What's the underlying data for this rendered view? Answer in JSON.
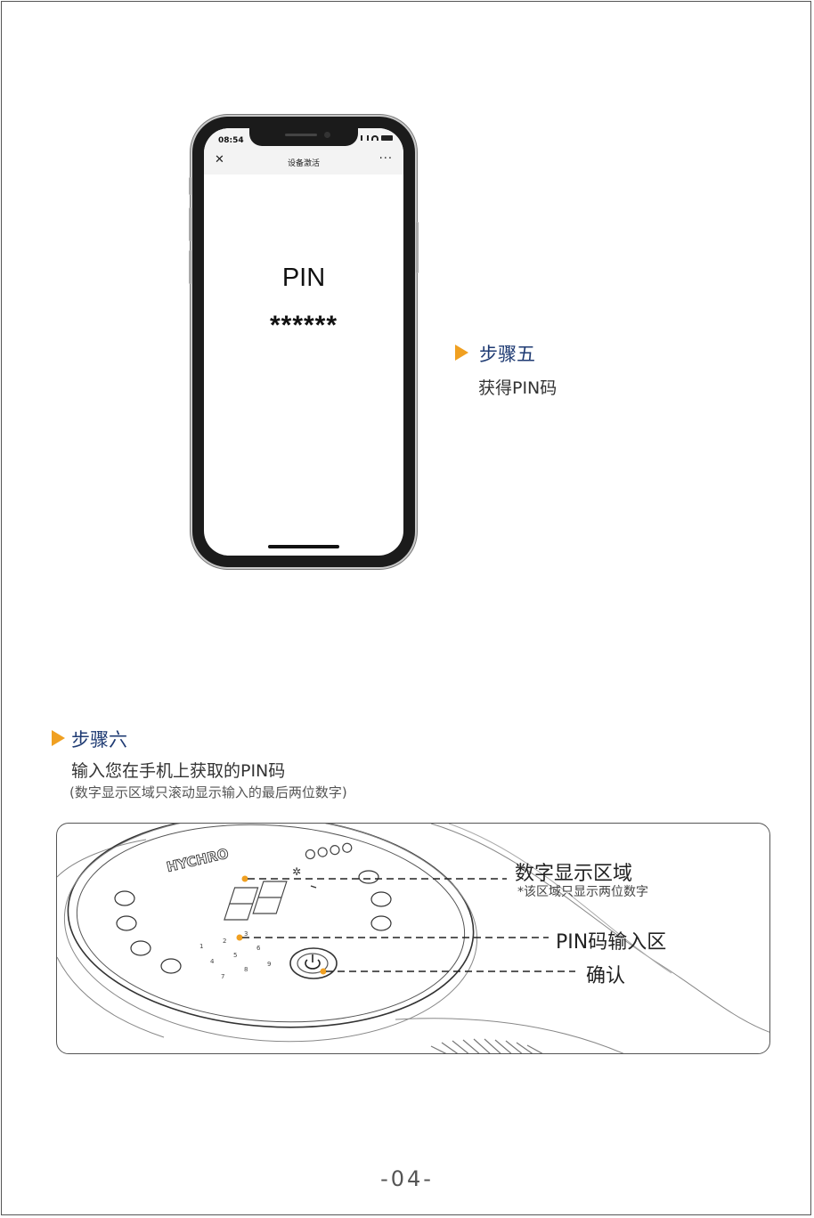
{
  "phone": {
    "status_time": "08:54",
    "nav_close": "✕",
    "nav_title": "设备激活",
    "nav_more": "···",
    "pin_label": "PIN",
    "pin_mask": "******"
  },
  "step5": {
    "title": "步骤五",
    "desc": "获得PIN码"
  },
  "step6": {
    "title": "步骤六",
    "desc": "输入您在手机上获取的PIN码",
    "note": "(数字显示区域只滚动显示输入的最后两位数字)"
  },
  "diagram": {
    "logo": "HYCHRO",
    "key_digits": [
      "1",
      "2",
      "3",
      "4",
      "5",
      "6",
      "7",
      "8",
      "9"
    ],
    "callouts": {
      "display_area": "数字显示区域",
      "display_note": "*该区域只显示两位数字",
      "pin_input_area": "PIN码输入区",
      "confirm": "确认"
    }
  },
  "page_number": "-04-",
  "colors": {
    "accent_orange": "#f0a021",
    "title_navy": "#1f3b73"
  }
}
